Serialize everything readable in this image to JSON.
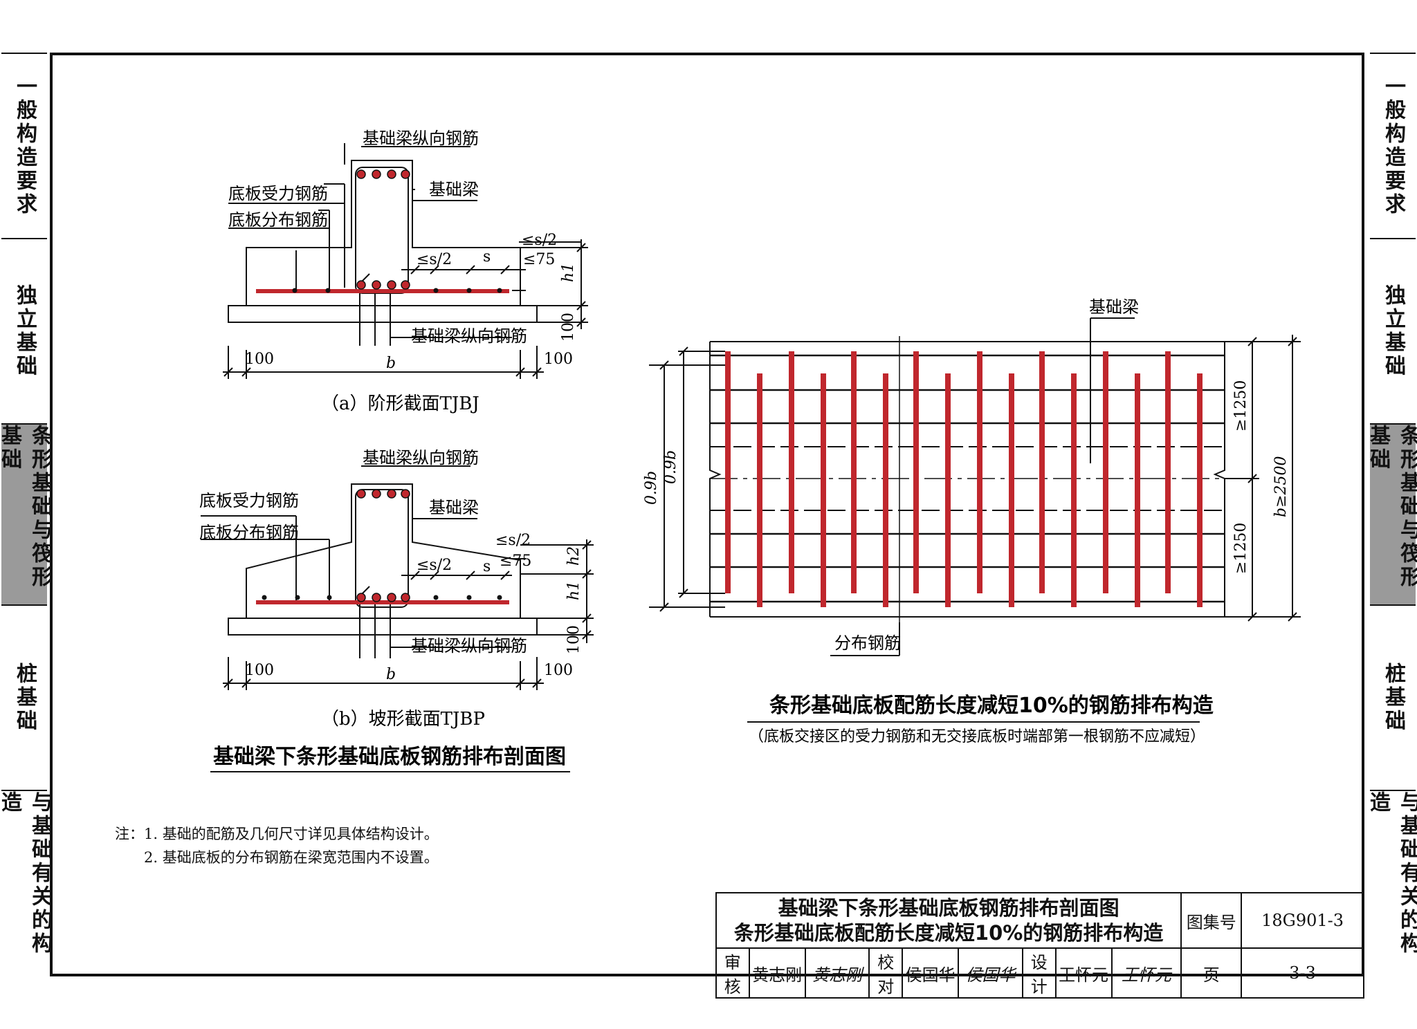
{
  "side_tabs": [
    {
      "label": "一般构造要求",
      "active": false
    },
    {
      "label": "独立基础",
      "active": false
    },
    {
      "label": "条形基础与筏形基础",
      "active": true
    },
    {
      "label": "桩基础",
      "active": false
    },
    {
      "label": "与基础有关的构造",
      "active": false
    }
  ],
  "fig_a": {
    "top_label": "基础梁纵向钢筋",
    "beam_label": "基础梁",
    "main_bar_label": "底板受力钢筋",
    "dist_bar_label": "底板分布钢筋",
    "bottom_label": "基础梁纵向钢筋",
    "dim_s_half": "≤s/2",
    "dim_s": "s",
    "dim_s_half_right": "≤s/2",
    "dim_75": "≤75",
    "dim_h1": "h1",
    "dim_100_side": "100",
    "dim_100_left": "100",
    "dim_b": "b",
    "dim_100_right": "100",
    "caption": "（a）阶形截面TJBJ"
  },
  "fig_b": {
    "top_label": "基础梁纵向钢筋",
    "beam_label": "基础梁",
    "main_bar_label": "底板受力钢筋",
    "dist_bar_label": "底板分布钢筋",
    "bottom_label": "基础梁纵向钢筋",
    "dim_s_half": "≤s/2",
    "dim_s": "s",
    "dim_s_half_right": "≤s/2",
    "dim_75": "≤75",
    "dim_h1": "h1",
    "dim_h2": "h2",
    "dim_100_side": "100",
    "dim_100_left": "100",
    "dim_b": "b",
    "dim_100_right": "100",
    "caption": "（b）坡形截面TJBP"
  },
  "left_title": "基础梁下条形基础底板钢筋排布剖面图",
  "plan": {
    "beam_label": "基础梁",
    "dist_label": "分布钢筋",
    "dim_09b_outer": "0.9b",
    "dim_09b_inner": "0.9b",
    "dim_1250_top": "≥1250",
    "dim_1250_bottom": "≥1250",
    "dim_b2500": "b≥2500",
    "title": "条形基础底板配筋长度减短10%的钢筋排布构造",
    "subtitle": "（底板交接区的受力钢筋和无交接底板时端部第一根钢筋不应减短）"
  },
  "notes": [
    "注：1. 基础的配筋及几何尺寸详见具体结构设计。",
    "2. 基础底板的分布钢筋在梁宽范围内不设置。"
  ],
  "title_block": {
    "title_line1": "基础梁下条形基础底板钢筋排布剖面图",
    "title_line2": "条形基础底板配筋长度减短10%的钢筋排布构造",
    "atlas_label": "图集号",
    "atlas_no": "18G901-3",
    "review_label": "审核",
    "reviewer": "黄志刚",
    "reviewer_sig": "黄志刚",
    "check_label": "校对",
    "checker": "侯国华",
    "checker_sig": "侯国华",
    "design_label": "设计",
    "designer": "王怀元",
    "designer_sig": "王怀元",
    "page_label": "页",
    "page_no": "3-3"
  },
  "colors": {
    "rebar": "#c0272d",
    "line": "#111111",
    "active_tab": "#9a9a9a"
  }
}
